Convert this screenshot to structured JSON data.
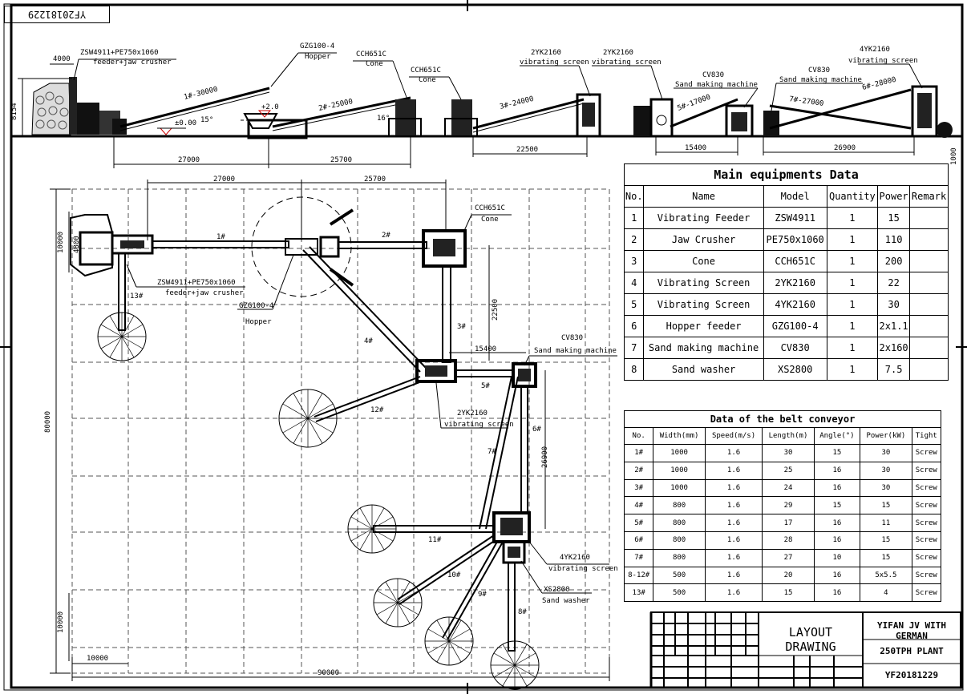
{
  "drawing_code": "YF20181229",
  "elevation": {
    "labels": {
      "feeder_jaw": "ZSW4911+PE750x1060",
      "feeder_jaw_sub": "feeder+jaw crusher",
      "hopper": "GZG100-4",
      "hopper_sub": "Hopper",
      "cone1": "CCH651C",
      "cone1_sub": "Cone",
      "cone2": "CCH651C",
      "cone2_sub": "Cone",
      "screen1": "2YK2160",
      "screen1_sub": "vibrating screen",
      "screen2": "2YK2160",
      "screen2_sub": "vibrating screen",
      "sand1": "CV830",
      "sand1_sub": "Sand making machine",
      "sand2": "CV830",
      "sand2_sub": "Sand making machine",
      "screen3": "4YK2160",
      "screen3_sub": "vibrating screen"
    },
    "dims": {
      "h_8154": "8154",
      "w_4000": "4000",
      "d_27000": "27000",
      "d_25700": "25700",
      "d_22500": "22500",
      "d_15400": "15400",
      "d_26900": "26900",
      "d_1000": "1000",
      "lvl_0": "±0.00",
      "lvl_2": "+2.0",
      "ang_15": "15°",
      "ang_16": "16°"
    },
    "belts": {
      "b1": "1#-30000",
      "b2": "2#-25000",
      "b3": "3#-24000",
      "b5": "5#-17000",
      "b7": "7#-27000",
      "b6": "6#-28000"
    }
  },
  "plan": {
    "dims": {
      "top_27000": "27000",
      "top_25700": "25700",
      "left_10000": "10000",
      "left_4800": "4800",
      "left_80000": "80000",
      "left_10000b": "10000",
      "bottom_10000": "10000",
      "bottom_90000": "90000",
      "v_22500": "22500",
      "h_15400": "15400",
      "v_26900": "26900"
    },
    "labels": {
      "feeder_jaw": "ZSW4911+PE750x1060",
      "feeder_jaw_sub": "feeder+jaw crusher",
      "hopper": "GZG100-4",
      "hopper_sub": "Hopper",
      "cone": "CCH651C",
      "cone_sub": "Cone",
      "sand": "CV830",
      "sand_sub": "Sand making machine",
      "screen": "2YK2160",
      "screen_sub": "vibrating screen",
      "screen4": "4YK2160",
      "screen4_sub": "vibrating screen",
      "washer": "XS2800",
      "washer_sub": "Sand washer"
    },
    "belts": {
      "b1": "1#",
      "b2": "2#",
      "b3": "3#",
      "b4": "4#",
      "b5": "5#",
      "b6": "6#",
      "b7": "7#",
      "b8": "8#",
      "b9": "9#",
      "b10": "10#",
      "b11": "11#",
      "b12": "12#",
      "b13": "13#"
    }
  },
  "equipment_table": {
    "title": "Main equipments Data",
    "headers": [
      "No.",
      "Name",
      "Model",
      "Quantity",
      "Power",
      "Remark"
    ],
    "rows": [
      [
        "1",
        "Vibrating Feeder",
        "ZSW4911",
        "1",
        "15",
        ""
      ],
      [
        "2",
        "Jaw Crusher",
        "PE750x1060",
        "1",
        "110",
        ""
      ],
      [
        "3",
        "Cone",
        "CCH651C",
        "1",
        "200",
        ""
      ],
      [
        "4",
        "Vibrating Screen",
        "2YK2160",
        "1",
        "22",
        ""
      ],
      [
        "5",
        "Vibrating Screen",
        "4YK2160",
        "1",
        "30",
        ""
      ],
      [
        "6",
        "Hopper feeder",
        "GZG100-4",
        "1",
        "2x1.1",
        ""
      ],
      [
        "7",
        "Sand making machine",
        "CV830",
        "1",
        "2x160",
        ""
      ],
      [
        "8",
        "Sand washer",
        "XS2800",
        "1",
        "7.5",
        ""
      ]
    ]
  },
  "belt_table": {
    "title": "Data of the belt conveyor",
    "headers": [
      "No.",
      "Width(mm)",
      "Speed(m/s)",
      "Length(m)",
      "Angle(°)",
      "Power(kW)",
      "Tight"
    ],
    "rows": [
      [
        "1#",
        "1000",
        "1.6",
        "30",
        "15",
        "30",
        "Screw"
      ],
      [
        "2#",
        "1000",
        "1.6",
        "25",
        "16",
        "30",
        "Screw"
      ],
      [
        "3#",
        "1000",
        "1.6",
        "24",
        "16",
        "30",
        "Screw"
      ],
      [
        "4#",
        "800",
        "1.6",
        "29",
        "15",
        "15",
        "Screw"
      ],
      [
        "5#",
        "800",
        "1.6",
        "17",
        "16",
        "11",
        "Screw"
      ],
      [
        "6#",
        "800",
        "1.6",
        "28",
        "16",
        "15",
        "Screw"
      ],
      [
        "7#",
        "800",
        "1.6",
        "27",
        "10",
        "15",
        "Screw"
      ],
      [
        "8-12#",
        "500",
        "1.6",
        "20",
        "16",
        "5x5.5",
        "Screw"
      ],
      [
        "13#",
        "500",
        "1.6",
        "15",
        "16",
        "4",
        "Screw"
      ]
    ]
  },
  "title_block": {
    "drawing_name": "LAYOUT DRAWING",
    "company": "YIFAN JV WITH GERMAN",
    "project": "250TPH PLANT",
    "code": "YF20181229"
  }
}
